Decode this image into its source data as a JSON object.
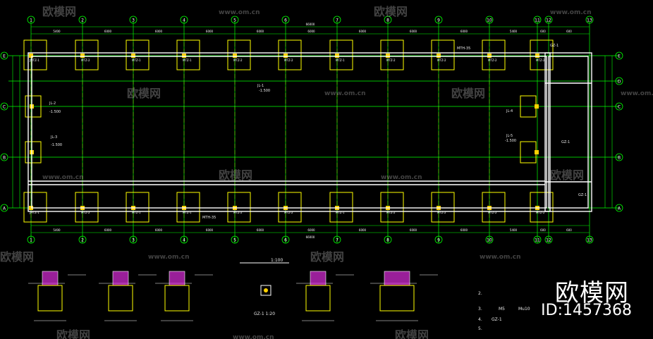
{
  "columns": [
    "1",
    "2",
    "3",
    "4",
    "5",
    "6",
    "7",
    "8",
    "9",
    "10",
    "11",
    "12",
    "13"
  ],
  "rows": [
    "A",
    "B",
    "C",
    "D",
    "E"
  ],
  "dims_top": [
    "5400",
    "6000",
    "6000",
    "6000",
    "6000",
    "6000",
    "6000",
    "6000",
    "6000",
    "5400",
    "600",
    "600",
    "5400"
  ],
  "dims_total": "66000",
  "footing_labels": [
    "JMTZ-1",
    "MTZ-2",
    "MTZ-1",
    "MTZ-1",
    "MTZ-2",
    "MTZ-2",
    "MTZ-1",
    "MTZ-2",
    "MTZ-2",
    "MTZ-2",
    "MTZ-2"
  ],
  "beam_labels": [
    "JL-1",
    "JL-2",
    "JL-3",
    "JL-4",
    "JL-5"
  ],
  "beam_elev": "-1.500",
  "tie_labels": [
    "MTH-35",
    "MTH-35"
  ],
  "column_labels": [
    "GZ-1",
    "GZ-1",
    "GZ-1"
  ],
  "scale_label": "1:100",
  "detail_title": "GZ-1 1:20",
  "notes": [
    "2.",
    "3.",
    "4.",
    "5.",
    "M5",
    "Mu10",
    "GZ-1"
  ],
  "watermark_site": "www.om.cn",
  "watermark_logo": "欧模网",
  "brand": "欧模网",
  "brand_id": "ID:1457368",
  "colors": {
    "grid": "#00ff00",
    "wall": "#ffffff",
    "footing": "#ffff00",
    "axis": "#ff2020",
    "column": "#ffd000",
    "section_fill": "#ff33ff"
  }
}
